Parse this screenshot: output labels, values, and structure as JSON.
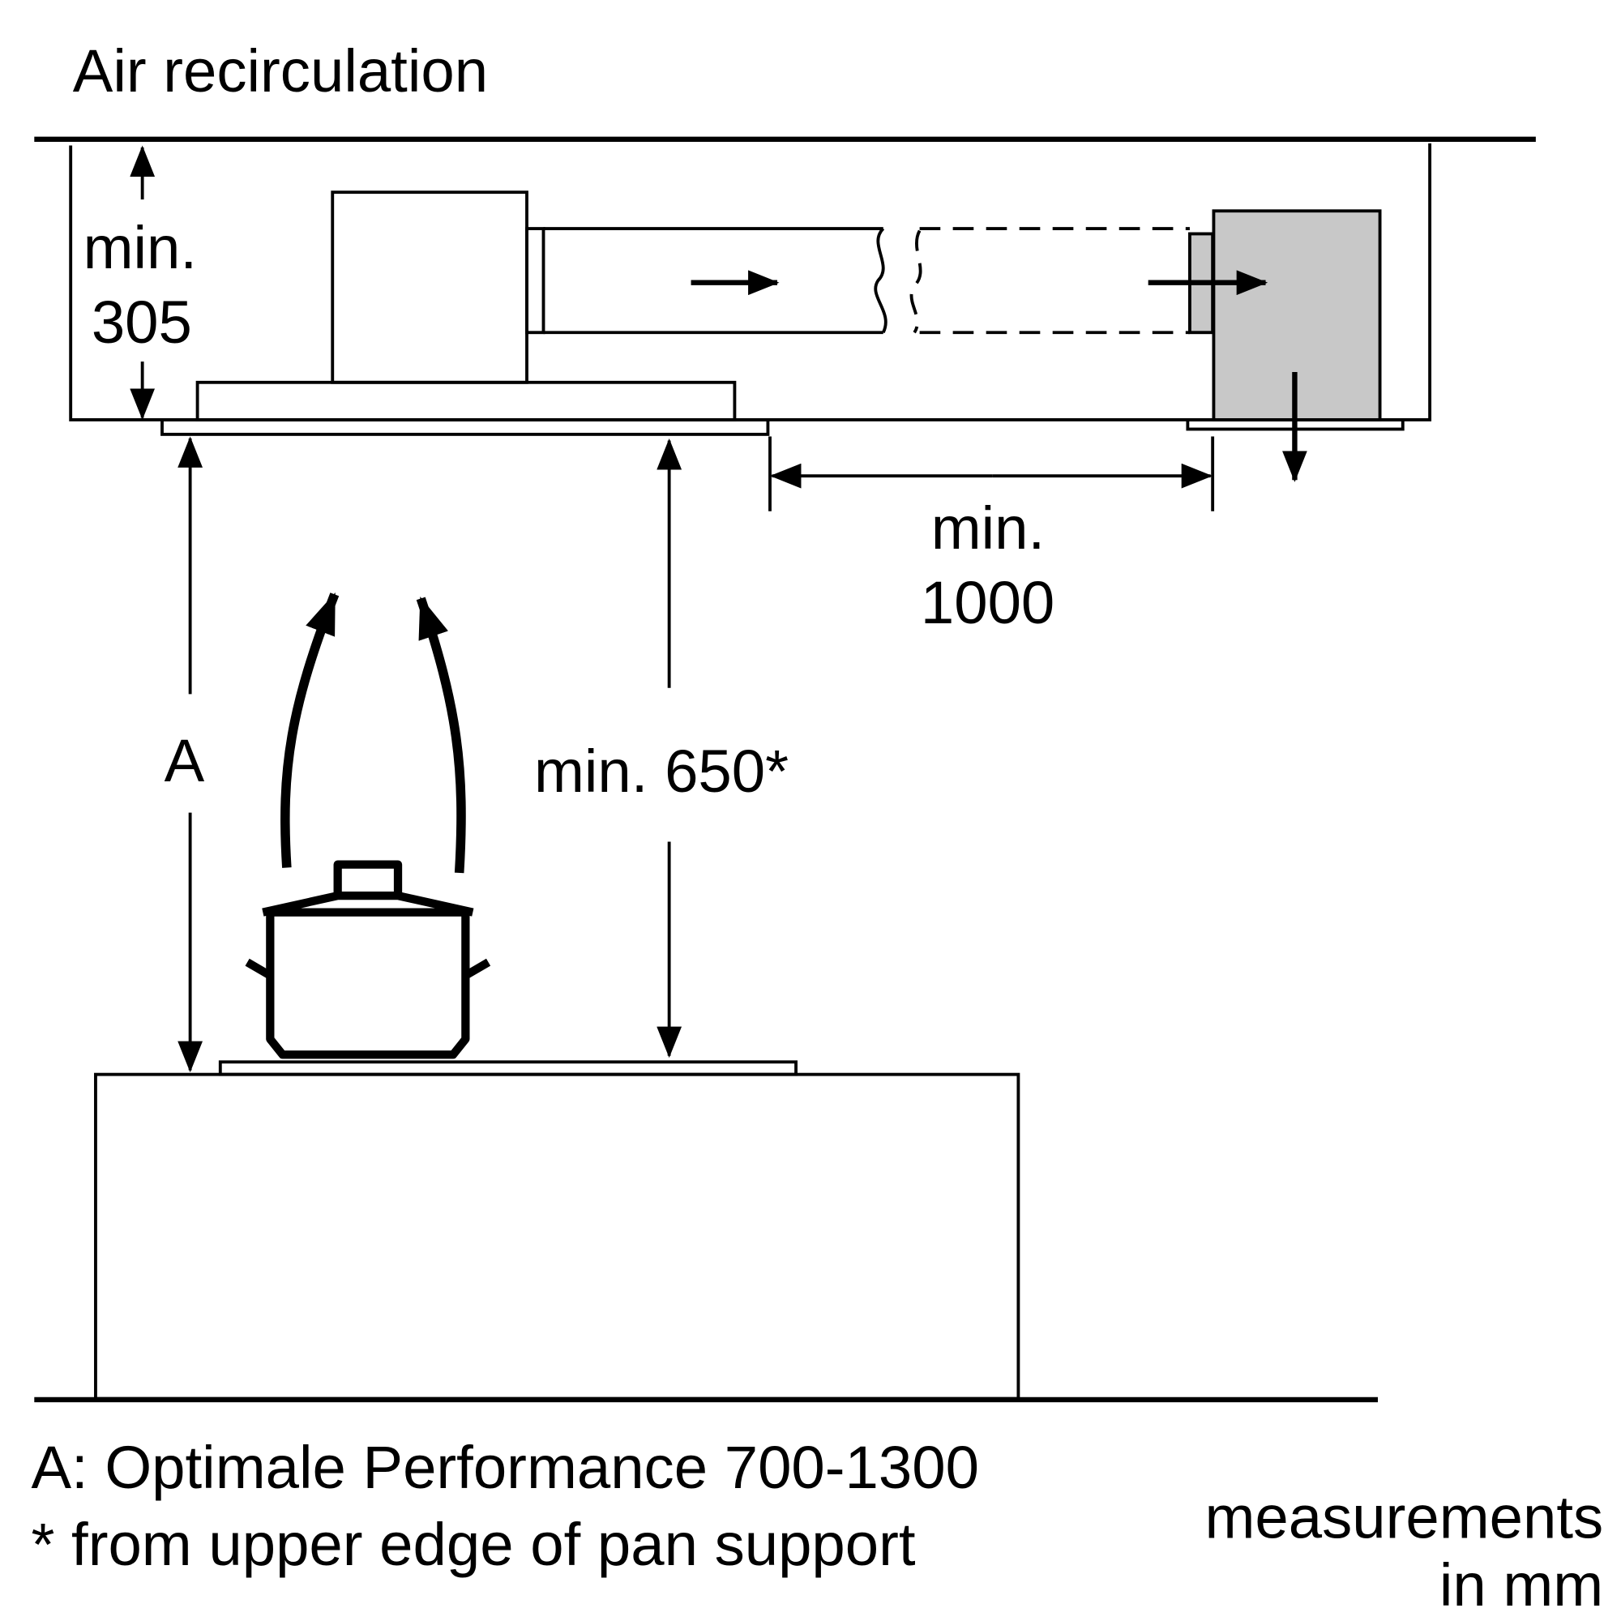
{
  "title": "Air recirculation",
  "dimensions": {
    "height_label_1": "min.",
    "height_label_2": "305",
    "distance_label_1": "min.",
    "distance_label_2": "1000",
    "a_label": "A",
    "clearance_label": "min. 650*"
  },
  "notes": {
    "line_a": "A: Optimale Performance 700-1300",
    "line_star": "* from upper edge of pan support",
    "units_1": "measurements",
    "units_2": "in mm"
  },
  "colors": {
    "filter_box": "#c8c8c8",
    "line": "#000000"
  }
}
